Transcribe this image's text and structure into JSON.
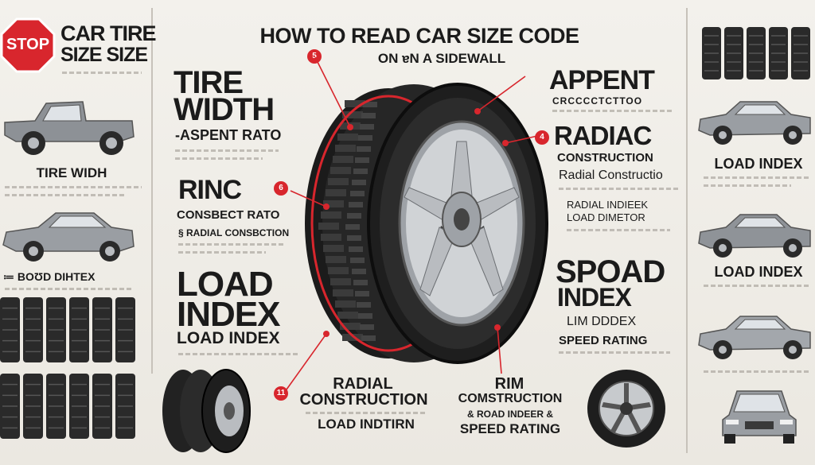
{
  "header": {
    "title": "HOW TO READ CAR SIZE CODE",
    "subtitle": "ON ɐN A SIDEWALL"
  },
  "left_panel": {
    "stop_sign": "STOP",
    "heading_line1": "CAR TIRE",
    "heading_line2": "SIZE SIZE",
    "caption_1": "TIRE WIDH",
    "caption_2": "≔ BOƱD DIHTEX"
  },
  "center_left": {
    "tire_width_line1": "TIRE",
    "tire_width_line2": "WIDTH",
    "aspect_rato": "-ASPENT RATO",
    "rinc": "RINC",
    "rinc_badge": "6",
    "consbect_rato": "CONSBECT RATO",
    "radial_consbct": "§ RADIAL CONSBCTION",
    "load_index_line1": "LOAD",
    "load_index_line2": "INDEX",
    "load_index_sub": "LOAD INDEX",
    "top_badge": "5"
  },
  "center_bottom": {
    "radial_badge": "11",
    "radial_line1": "RADIAL",
    "radial_line2": "CONSTRUCTION",
    "load_indtirn": "LOAD INDTIRN",
    "rim_line1": "RIM",
    "rim_line2": "COMSTRUCTION",
    "road_indeer": "& ROAD INDEER &",
    "speed_rating": "SPEED RATING"
  },
  "center_right": {
    "appent": "APPENT",
    "cr_sub": "CRCCCCTCTTOO",
    "radiac_badge": "4",
    "radiac": "RADIAC",
    "construction": "CONSTRUCTION",
    "radial_construction": "Radial Constructio",
    "radial_indieek": "RADIAL INDIEEK",
    "load_dimetor": "LOAD DIMETOR",
    "spoad": "SPOAD",
    "index": "INDEX",
    "lim_ddex": "LIM DDDEX",
    "speed_rating_r": "SPEED RATING"
  },
  "right_panel": {
    "label_1": "LOAD INDEX",
    "label_2": "LOAD INDEX"
  },
  "colors": {
    "accent_red": "#d8262d",
    "tire_black": "#1e1e1e",
    "rim_silver": "#b9bcc0",
    "background": "#efece6"
  },
  "icons": [
    "stop-sign-icon",
    "pickup-truck-icon",
    "sedan-car-icon",
    "tire-stack-icon",
    "wheel-icon",
    "callout-dot-icon"
  ]
}
